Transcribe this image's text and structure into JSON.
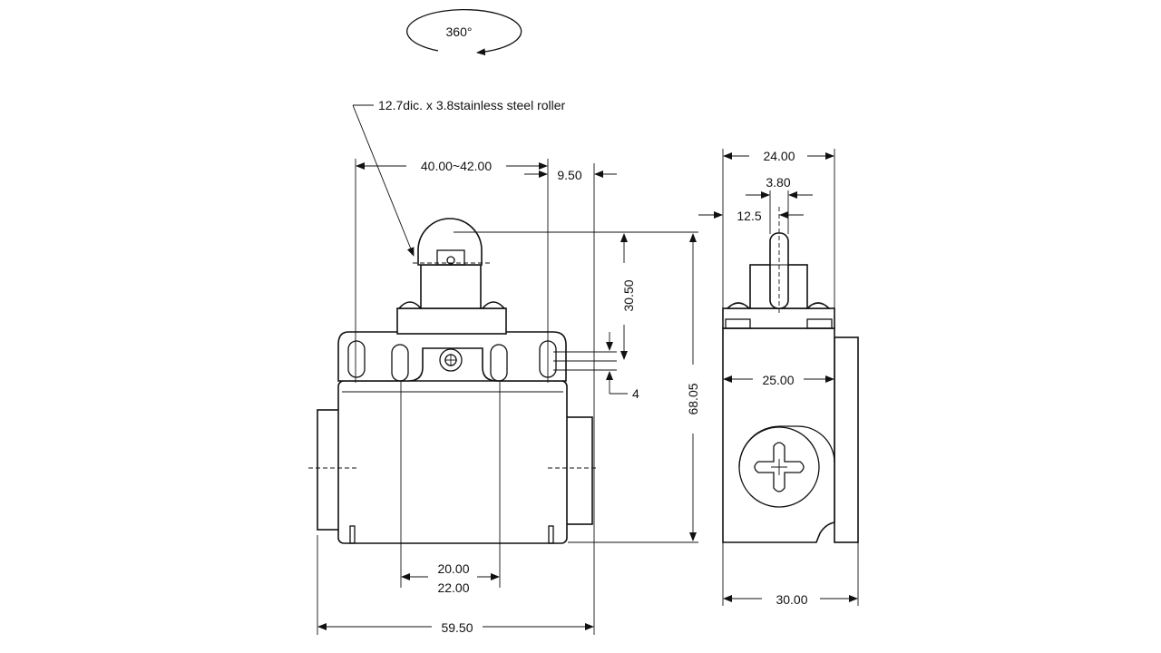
{
  "rotation": {
    "label": "360°"
  },
  "roller_note": "12.7dic. x 3.8stainless steel roller",
  "front_view": {
    "dim_actuator_travel": "40.00~42.00",
    "dim_offset": "9.50",
    "dim_roller_height": "30.50",
    "dim_small": "4",
    "dim_total_height": "68.05",
    "dim_hole_spacing_a": "20.00",
    "dim_hole_spacing_b": "22.00",
    "dim_total_width": "59.50"
  },
  "side_view": {
    "dim_top_width": "24.00",
    "dim_roller_width": "3.80",
    "dim_roller_offset": "12.5",
    "dim_body_width": "25.00",
    "dim_base_width": "30.00"
  },
  "colors": {
    "line": "#111111",
    "background": "#ffffff"
  }
}
